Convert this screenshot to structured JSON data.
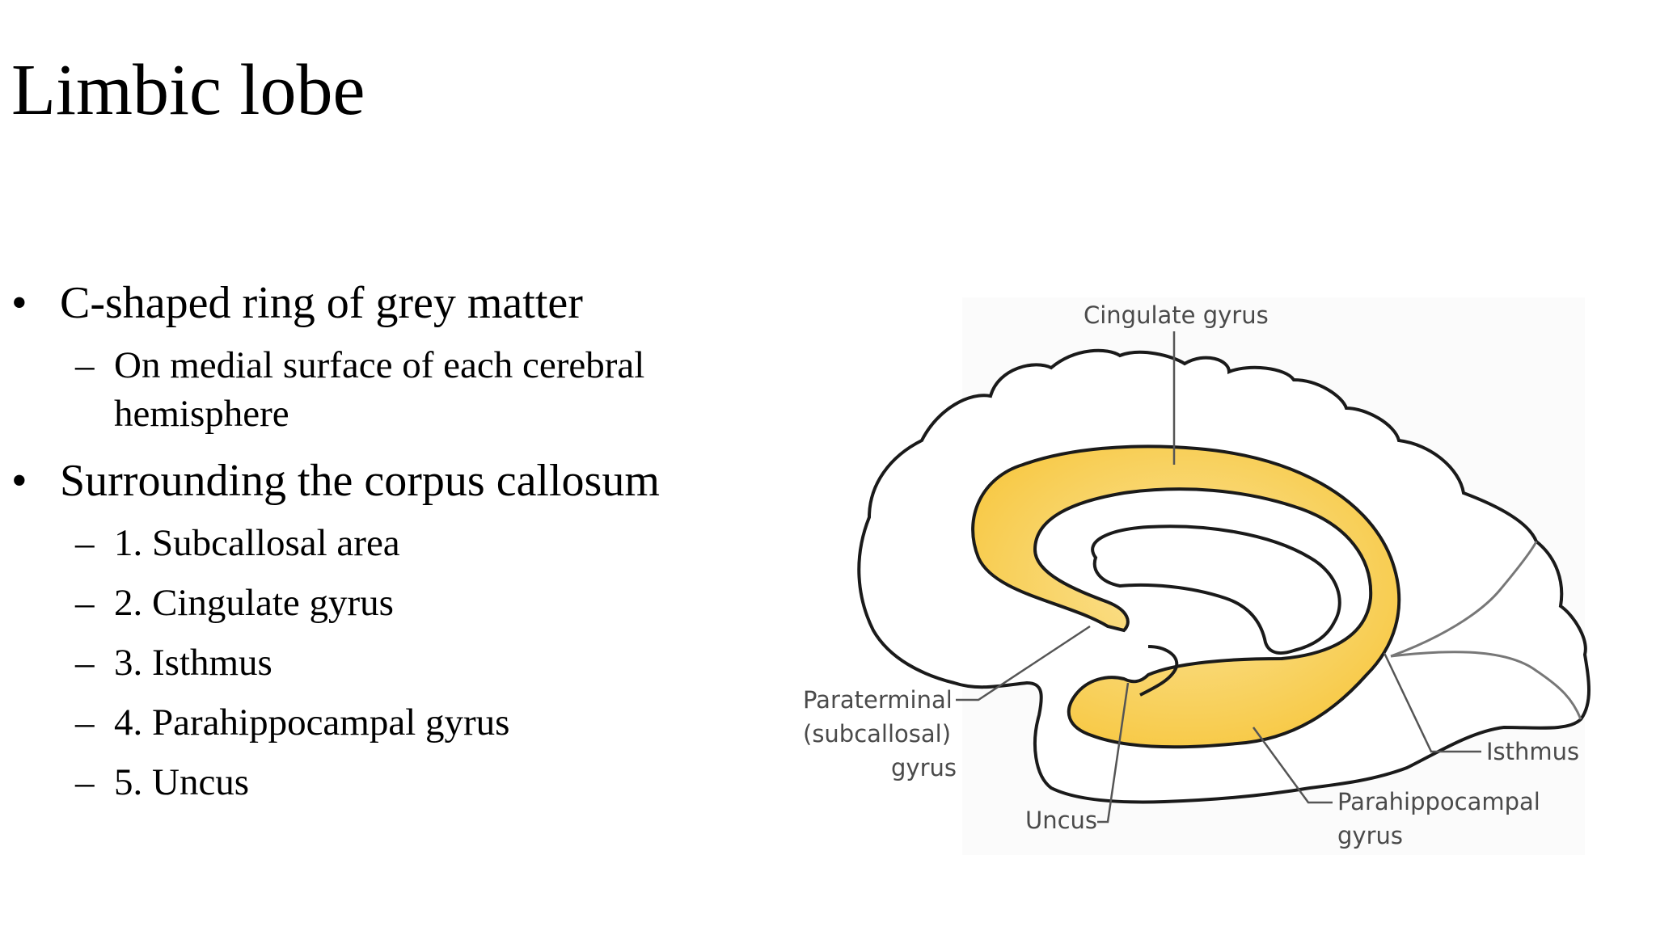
{
  "slide": {
    "title": "Limbic lobe"
  },
  "bullets": [
    {
      "text": "C-shaped ring of grey matter",
      "sub": [
        {
          "text": "On medial surface of each cerebral",
          "continuation": "hemisphere"
        }
      ]
    },
    {
      "text": "Surrounding the corpus callosum",
      "sub": [
        {
          "text": "1. Subcallosal area"
        },
        {
          "text": "2. Cingulate gyrus"
        },
        {
          "text": "3. Isthmus"
        },
        {
          "text": "4. Parahippocampal gyrus"
        },
        {
          "text": "5. Uncus"
        }
      ]
    }
  ],
  "bullet_mark": "•",
  "dash_mark": "–",
  "figure": {
    "labels": {
      "cingulate": "Cingulate gyrus",
      "paraterminal_1": "Paraterminal",
      "paraterminal_2": "(subcallosal)",
      "paraterminal_3": "gyrus",
      "uncus": "Uncus",
      "isthmus": "Isthmus",
      "parahippocampal_1": "Parahippocampal",
      "parahippocampal_2": "gyrus"
    },
    "colors": {
      "limbic_fill": "#f7c842",
      "limbic_fill_light": "#fbe49a",
      "outline": "#1a1a1a",
      "leader": "#555555",
      "label": "#4a4a4a"
    }
  }
}
